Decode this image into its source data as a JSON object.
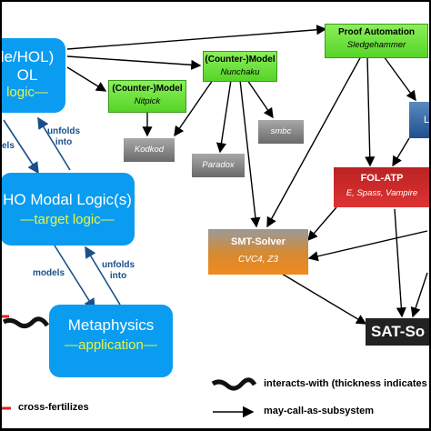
{
  "nodes": {
    "hol_box": {
      "line1": "le/HOL)",
      "line2": "OL",
      "line3": "logic—"
    },
    "ho_modal": {
      "title": "HO Modal Logic(s)",
      "subtitle": "—target logic—"
    },
    "metaphysics": {
      "title": "Metaphysics",
      "subtitle": "—application—"
    },
    "proof_automation": {
      "title": "Proof Automation",
      "subtitle": "Sledgehammer"
    },
    "nunchaku": {
      "title": "(Counter-)Model",
      "subtitle": "Nunchaku"
    },
    "nitpick": {
      "title": "(Counter-)Model",
      "subtitle": "Nitpick"
    },
    "kodkod": {
      "label": "Kodkod"
    },
    "paradox": {
      "label": "Paradox"
    },
    "smbc": {
      "label": "smbc"
    },
    "leo": {
      "label": "Le"
    },
    "fol_atp": {
      "title": "FOL-ATP",
      "subtitle": "E, Spass, Vampire"
    },
    "smt_solver": {
      "title": "SMT-Solver",
      "subtitle": "CVC4, Z3"
    },
    "sat_solver": {
      "label": "SAT-So"
    }
  },
  "edge_labels": {
    "unfolds_into_top": [
      "unfolds",
      "into"
    ],
    "models_top": "els",
    "models_bottom": "models",
    "unfolds_into_bottom": [
      "unfolds",
      "into"
    ]
  },
  "legend": {
    "cross_fertilizes": "cross-fertilizes",
    "interacts_with": "interacts-with (thickness indicates i",
    "may_call": "may-call-as-subsystem"
  },
  "colors": {
    "blue_box": "#0a9cf0",
    "green_box": "#6fe03a",
    "red_box": "#c82020",
    "orange_box": "#f08a20",
    "label_blue": "#1a4f8a"
  }
}
